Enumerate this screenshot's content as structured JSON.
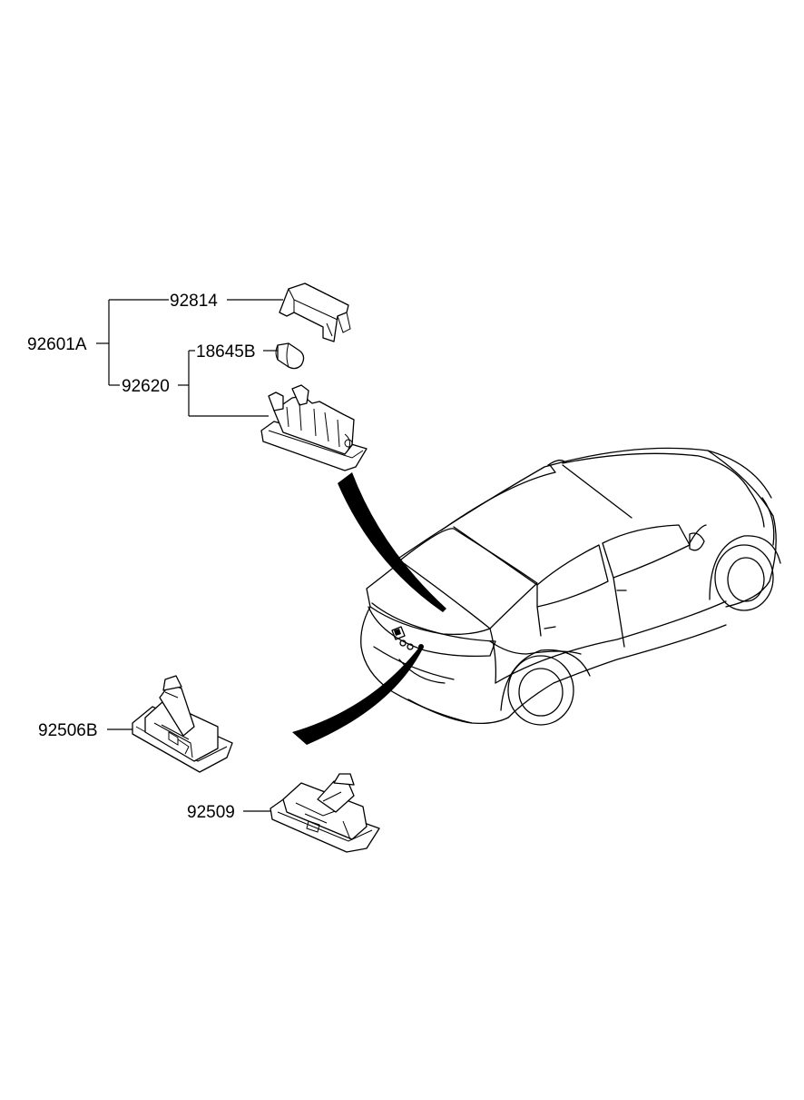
{
  "parts": {
    "assembly_left": "92601A",
    "lens": "92814",
    "bulb": "18645B",
    "housing": "92620",
    "plate_lamp_b": "92506B",
    "plate_lamp": "92509"
  },
  "colors": {
    "line": "#000000",
    "background": "#ffffff"
  }
}
